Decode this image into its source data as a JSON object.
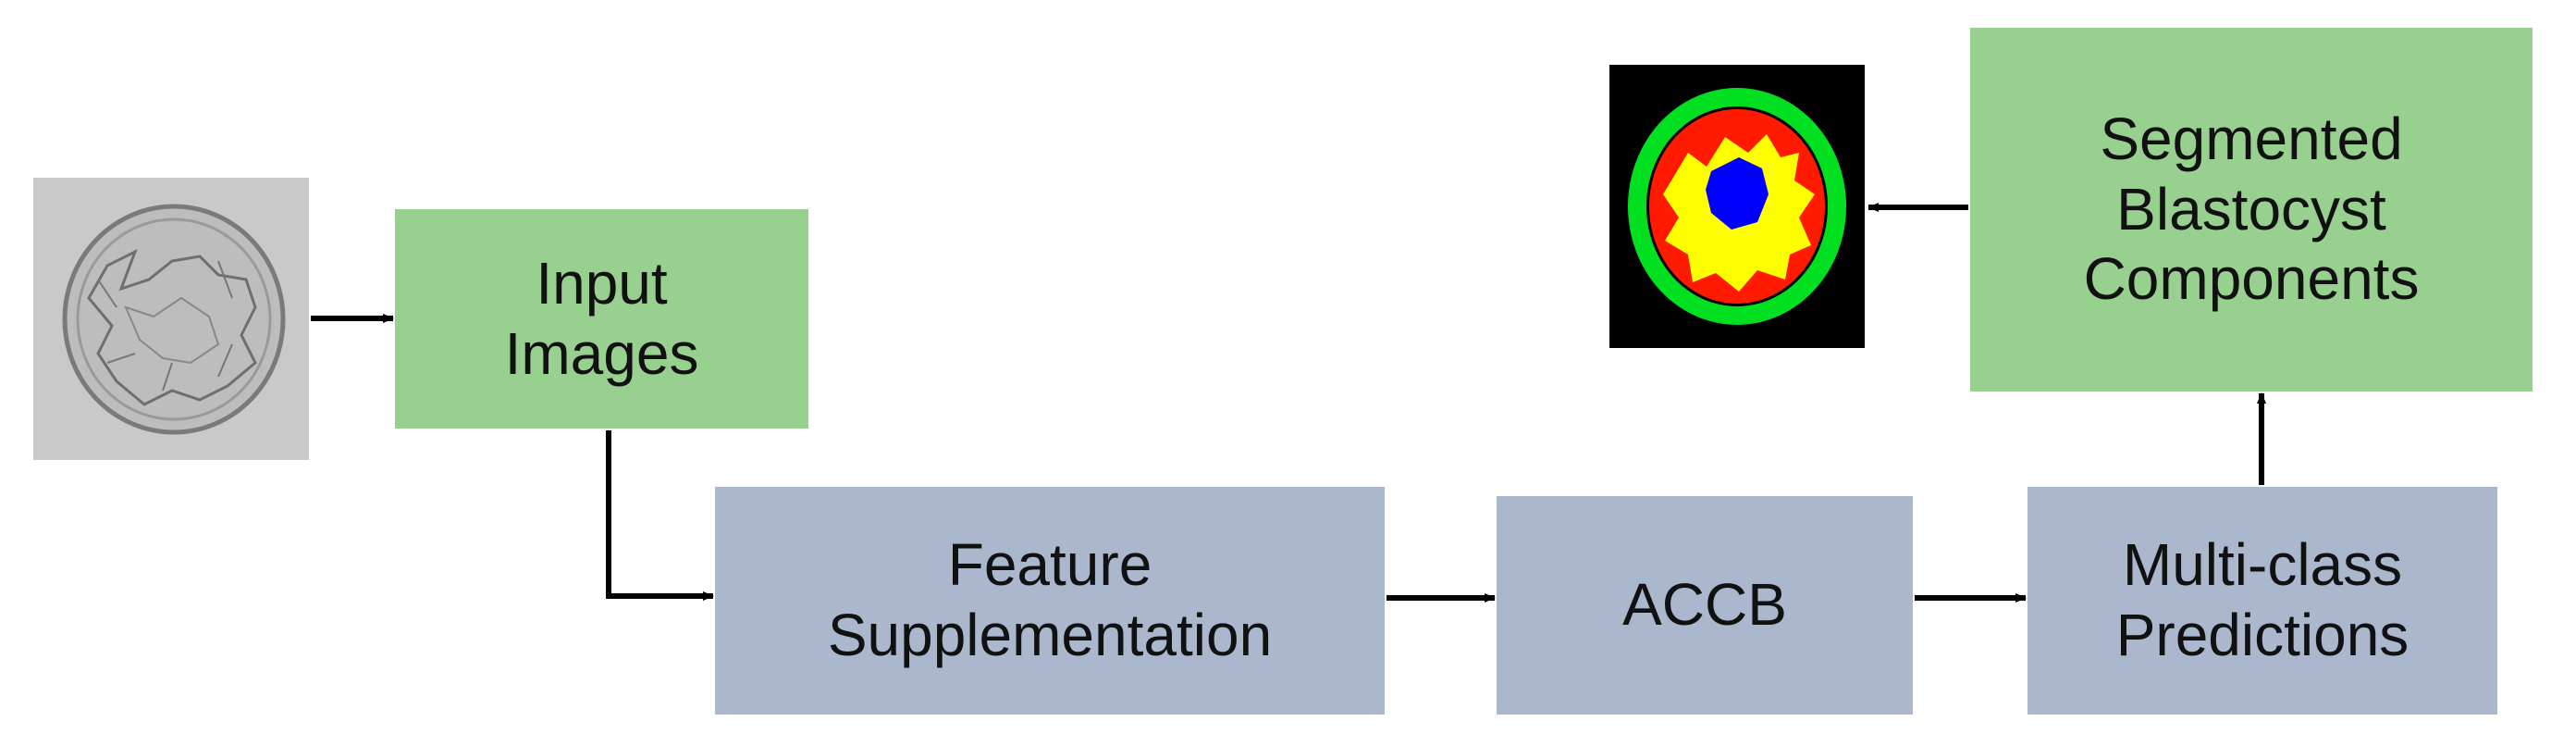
{
  "diagram": {
    "input_images": {
      "line1": "Input",
      "line2": "Images"
    },
    "feature_supplementation": {
      "line1": "Feature",
      "line2": "Supplementation"
    },
    "accb": {
      "label": "ACCB"
    },
    "multi_class_predictions": {
      "line1": "Multi-class",
      "line2": "Predictions"
    },
    "segmented_components": {
      "line1": "Segmented",
      "line2": "Blastocyst",
      "line3": "Components"
    }
  },
  "colors": {
    "green_box": "#98d18f",
    "blue_box": "#aab7cc",
    "arrow": "#000000",
    "mask_outer": "#00e020",
    "mask_middle": "#ff1a00",
    "mask_inner": "#ffff00",
    "mask_core": "#0000ff"
  }
}
